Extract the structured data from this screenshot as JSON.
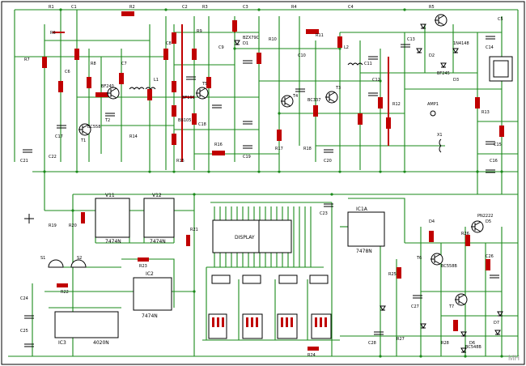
{
  "title": "MH",
  "ics": {
    "u1": "7474N",
    "u2": "7474N",
    "u3": "7478N",
    "u4": "7474N",
    "u5": "4020N"
  },
  "amp_label": "AMP1",
  "ant_label": "X1",
  "mcu_label": "DISPLAY",
  "transistors": [
    "BF240",
    "BF199",
    "BC558",
    "BC337",
    "BF245",
    "BC558B",
    "BC548B",
    "PN2222"
  ],
  "diodes": [
    "BZX79C",
    "1N4148",
    "BB105"
  ],
  "components": {
    "resistors": [
      "R1",
      "R2",
      "R3",
      "R4",
      "R5",
      "R6",
      "R7",
      "R8",
      "R9",
      "R10",
      "R11",
      "R12",
      "R13",
      "R14",
      "R15",
      "R16",
      "R17",
      "R18",
      "R19",
      "R20",
      "R21",
      "R22",
      "R23",
      "R24",
      "R25"
    ],
    "capacitors": [
      "C1",
      "C2",
      "C3",
      "C4",
      "C5",
      "C6",
      "C7",
      "C8",
      "C9",
      "C10",
      "C11",
      "C12",
      "C13",
      "C14",
      "C15",
      "C16",
      "C17",
      "C18",
      "C19",
      "C20",
      "C21",
      "C22"
    ]
  }
}
